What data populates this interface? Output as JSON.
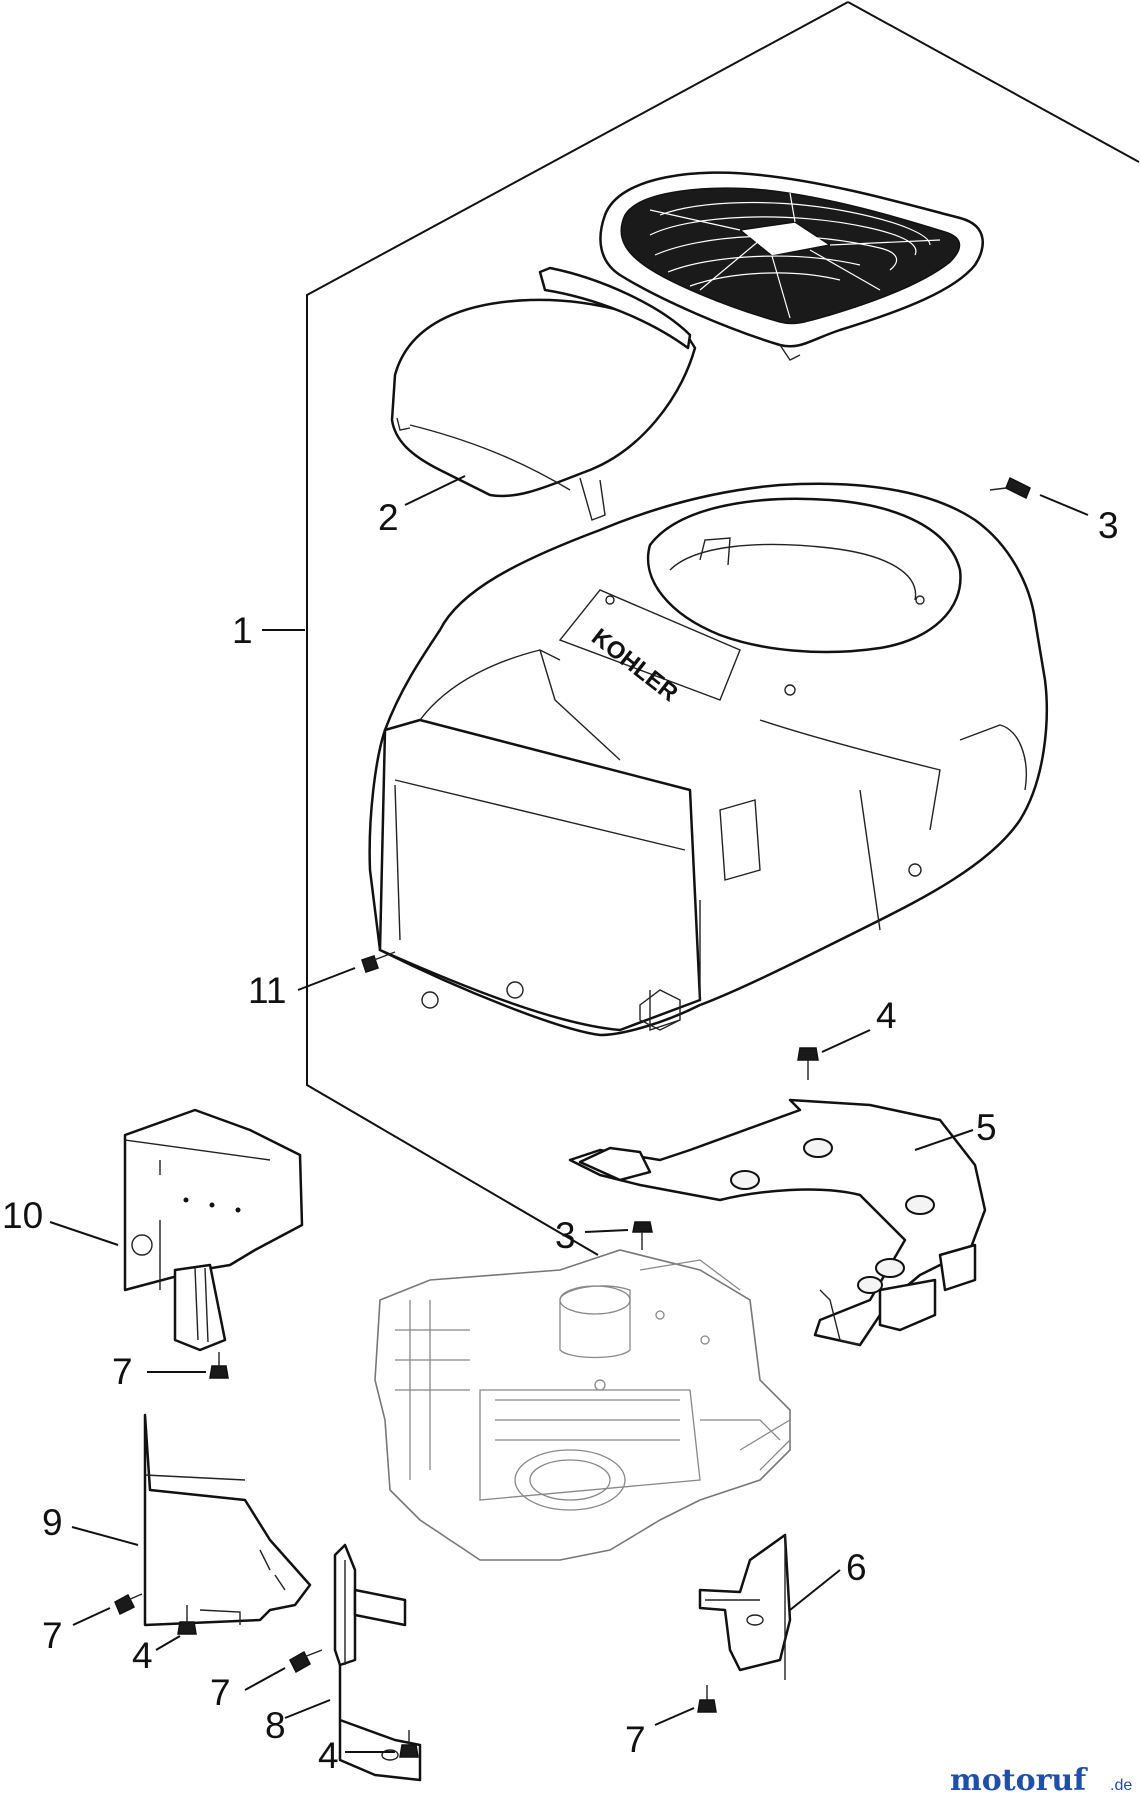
{
  "callouts": [
    {
      "id": "c1",
      "text": "1"
    },
    {
      "id": "c2",
      "text": "2"
    },
    {
      "id": "c3a",
      "text": "3"
    },
    {
      "id": "c3b",
      "text": "3"
    },
    {
      "id": "c4a",
      "text": "4"
    },
    {
      "id": "c4b",
      "text": "4"
    },
    {
      "id": "c4c",
      "text": "4"
    },
    {
      "id": "c5",
      "text": "5"
    },
    {
      "id": "c6",
      "text": "6"
    },
    {
      "id": "c7a",
      "text": "7"
    },
    {
      "id": "c7b",
      "text": "7"
    },
    {
      "id": "c7c",
      "text": "7"
    },
    {
      "id": "c7d",
      "text": "7"
    },
    {
      "id": "c8",
      "text": "8"
    },
    {
      "id": "c9",
      "text": "9"
    },
    {
      "id": "c10",
      "text": "10"
    },
    {
      "id": "c11",
      "text": "11"
    }
  ],
  "housing_logo": "KOHLER",
  "watermark": {
    "brand": "motoruf",
    "suffix": ".de"
  }
}
